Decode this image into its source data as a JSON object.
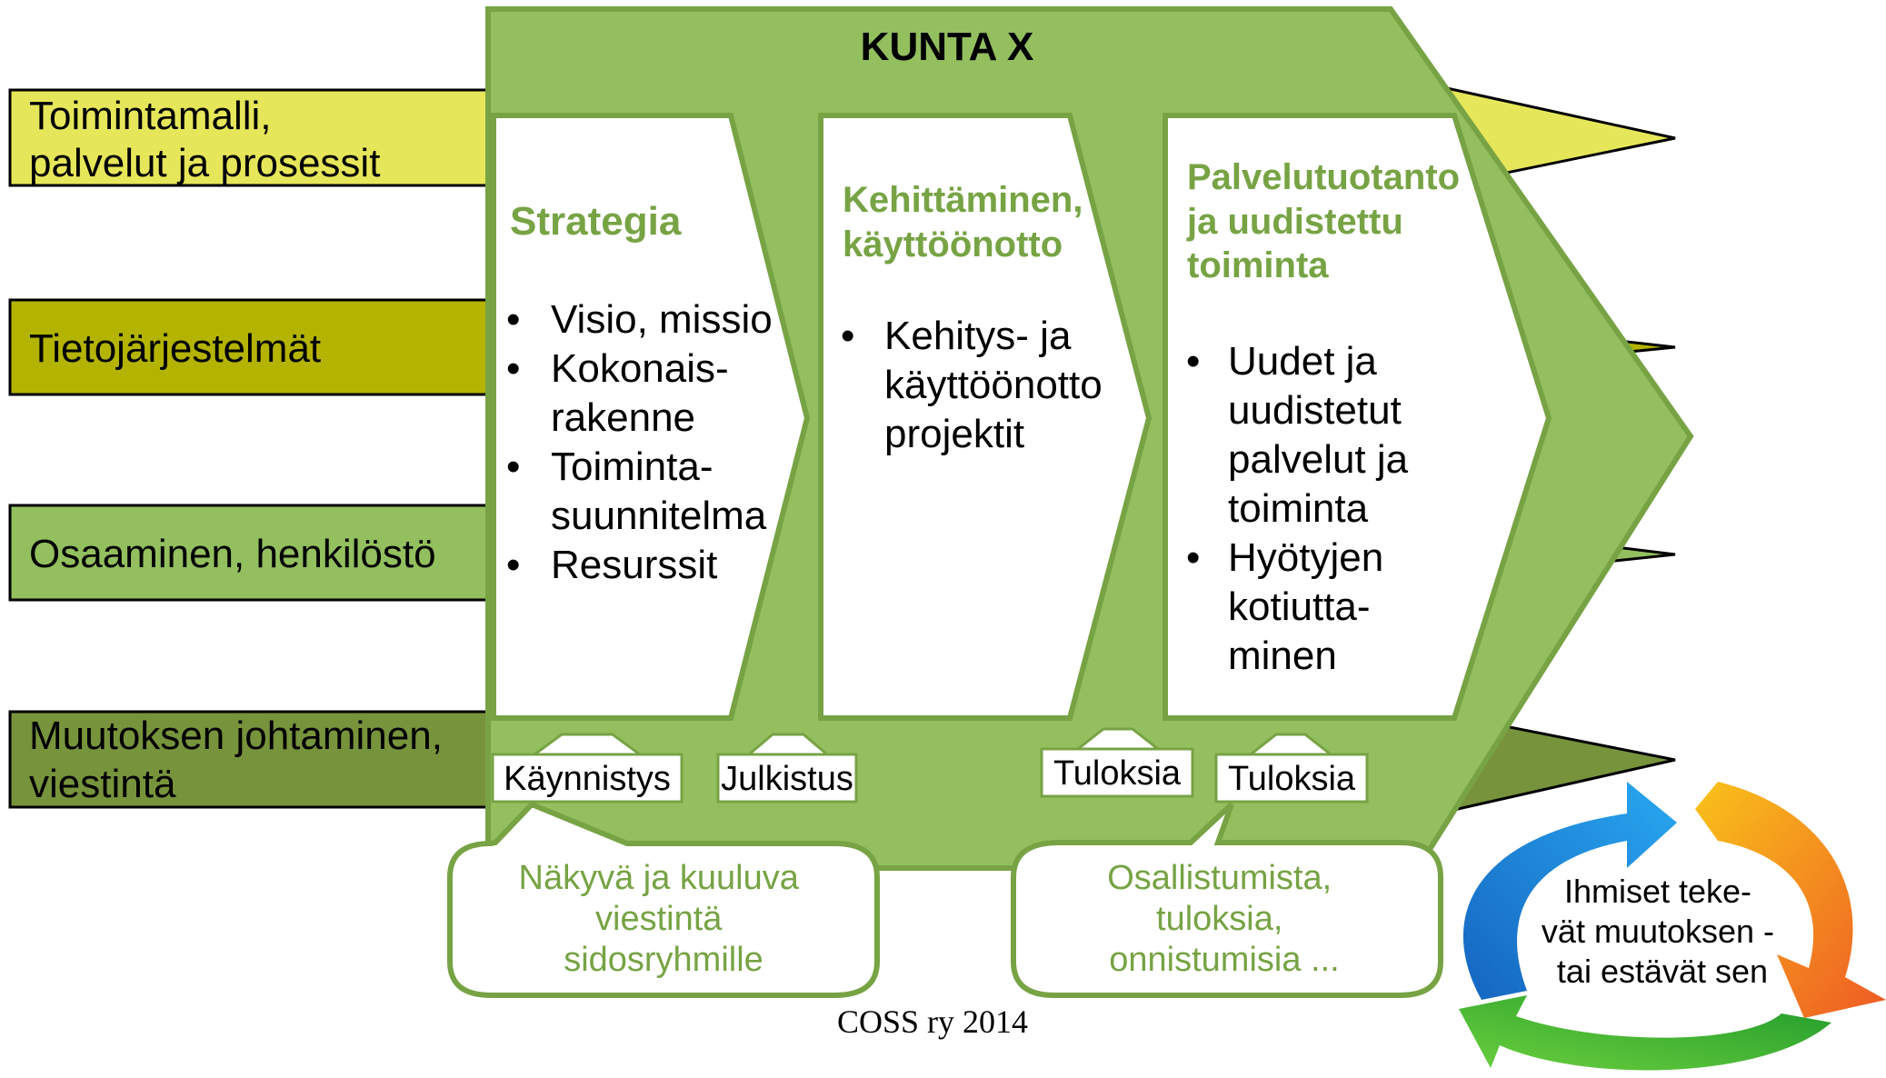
{
  "title": "KUNTA X",
  "dimensions": [
    {
      "lines": [
        "Toimintamalli,",
        "palvelut ja prosessit"
      ],
      "color": "#e6e65a"
    },
    {
      "lines": [
        "Tietojärjestelmät"
      ],
      "color": "#b3b300"
    },
    {
      "lines": [
        "Osaaminen, henkilöstö"
      ],
      "color": "#93bf5f"
    },
    {
      "lines": [
        "Muutoksen johtaminen,",
        "viestintä"
      ],
      "color": "#77933c"
    }
  ],
  "phases": [
    {
      "heading": [
        "Strategia"
      ],
      "bullets": [
        [
          "Visio, missio"
        ],
        [
          "Kokonais-",
          "rakenne"
        ],
        [
          "Toiminta-",
          "suunnitelma"
        ],
        [
          "Resurssit"
        ]
      ]
    },
    {
      "heading": [
        "Kehittäminen,",
        "käyttöönotto"
      ],
      "bullets": [
        [
          "Kehitys- ja",
          "käyttöönotto",
          "projektit"
        ]
      ]
    },
    {
      "heading": [
        "Palvelutuotanto",
        "ja uudistettu",
        "toiminta"
      ],
      "bullets": [
        [
          "Uudet ja",
          "uudistetut",
          "palvelut ja",
          "toiminta"
        ],
        [
          "Hyötyjen",
          "kotiutta-",
          "minen"
        ]
      ]
    }
  ],
  "milestones": [
    "Käynnistys",
    "Julkistus",
    "Tuloksia",
    "Tuloksia"
  ],
  "callouts": [
    [
      "Näkyvä ja kuuluva",
      "viestintä",
      "sidosryhmille"
    ],
    [
      "Osallistumista,",
      "tuloksia,",
      "onnistumisia ..."
    ]
  ],
  "cycle_text": [
    "Ihmiset teke-",
    "vät muutoksen -",
    "tai estävät sen"
  ],
  "footer": "COSS ry 2014",
  "colors": {
    "frame_green": "#93bf5f",
    "frame_border": "#77a344",
    "heading_green": "#77a344",
    "arrow_blue": "#1e88e5",
    "arrow_orange": "#f39c12",
    "arrow_green": "#2ea82e"
  }
}
